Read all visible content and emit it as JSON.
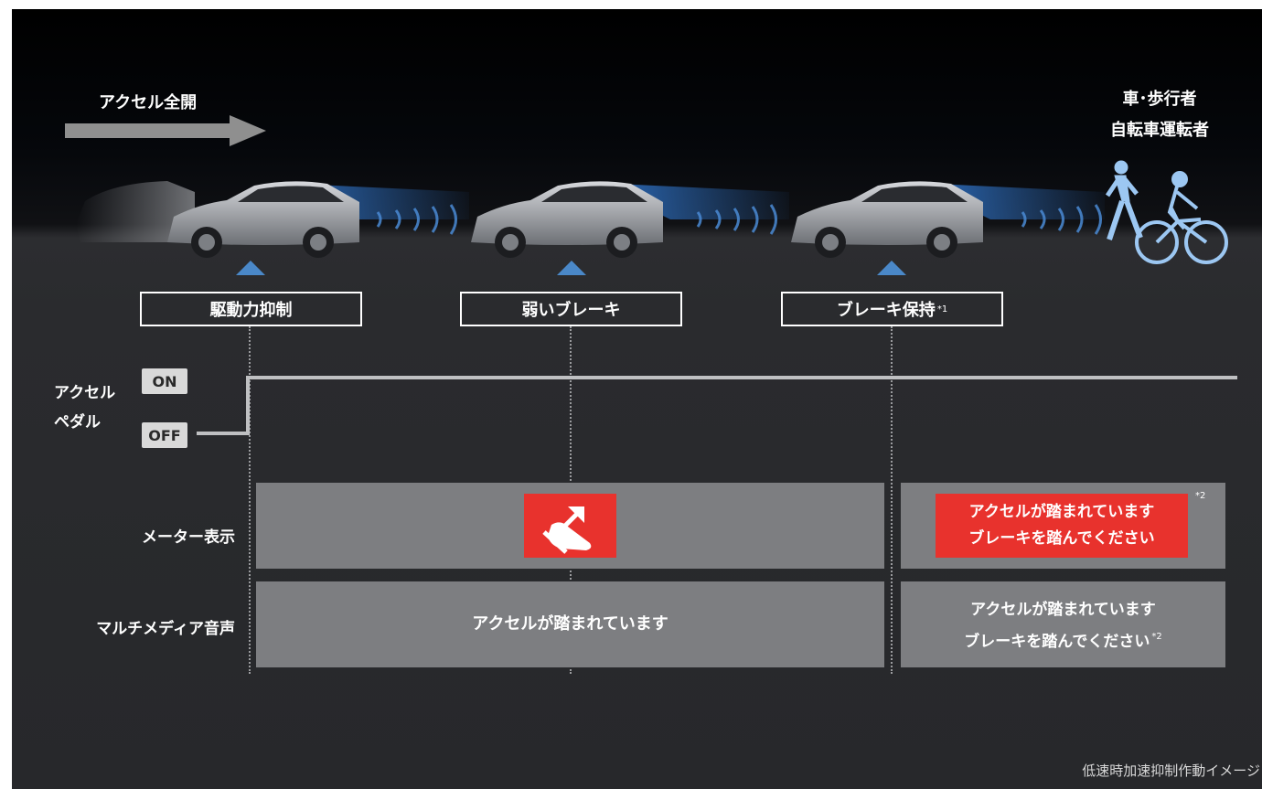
{
  "header": {
    "accel_full_open": "アクセル全開",
    "target_line1": "車･歩行者",
    "target_line2": "自転車運転者"
  },
  "stages": [
    {
      "label": "駆動力抑制",
      "note": ""
    },
    {
      "label": "弱いブレーキ",
      "note": ""
    },
    {
      "label": "ブレーキ保持",
      "note": "*1"
    }
  ],
  "pedal": {
    "label_line1": "アクセル",
    "label_line2": "ペダル",
    "on": "ON",
    "off": "OFF"
  },
  "meter": {
    "row_label": "メーター表示",
    "icon": "foot-on-pedal-warning-icon",
    "message_line1": "アクセルが踏まれています",
    "message_line2": "ブレーキを踏んでください",
    "note": "*2"
  },
  "audio": {
    "row_label": "マルチメディア音声",
    "message_left": "アクセルが踏まれています",
    "message_right_line1": "アクセルが踏まれています",
    "message_right_line2": "ブレーキを踏んでください",
    "note": "*2"
  },
  "caption": "低速時加速抑制作動イメージ",
  "colors": {
    "marker_blue": "#4a88c8",
    "warning_red": "#e8322d",
    "panel_gray": "#7d7e81",
    "sensor_beam_blue": "#2f73c8"
  }
}
